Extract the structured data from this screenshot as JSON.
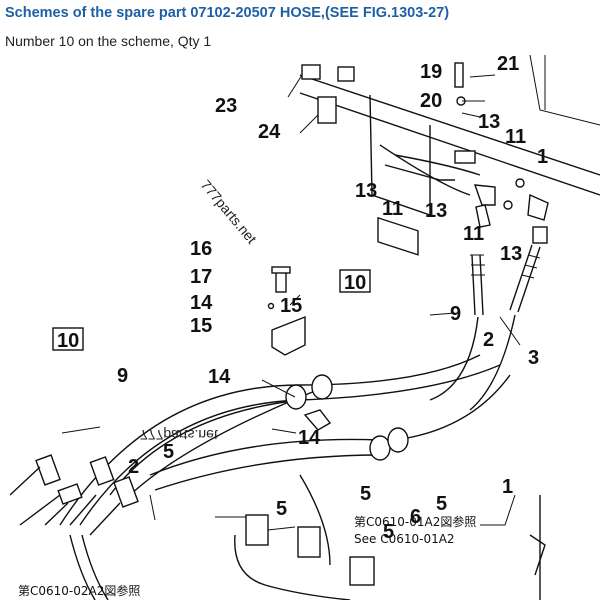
{
  "header": {
    "title": "Schemes of the spare part 07102-20507 HOSE,(SEE FIG.1303-27)",
    "subtitle": "Number 10 on the scheme, Qty 1"
  },
  "diagram": {
    "watermark": "777parts.net",
    "boxed_callout": "10",
    "callouts": [
      "23",
      "24",
      "19",
      "20",
      "21",
      "13",
      "11",
      "1",
      "13",
      "11",
      "13",
      "11",
      "13",
      "16",
      "17",
      "14",
      "15",
      "15",
      "9",
      "2",
      "3",
      "9",
      "14",
      "14",
      "2",
      "5",
      "5",
      "5",
      "5",
      "6",
      "5",
      "1"
    ],
    "ref_note_jp_right": "第C0610-01A2図参照",
    "ref_note_en_right": "See C0610-01A2",
    "ref_note_jp_left": "第C0610-02A2図参照"
  }
}
